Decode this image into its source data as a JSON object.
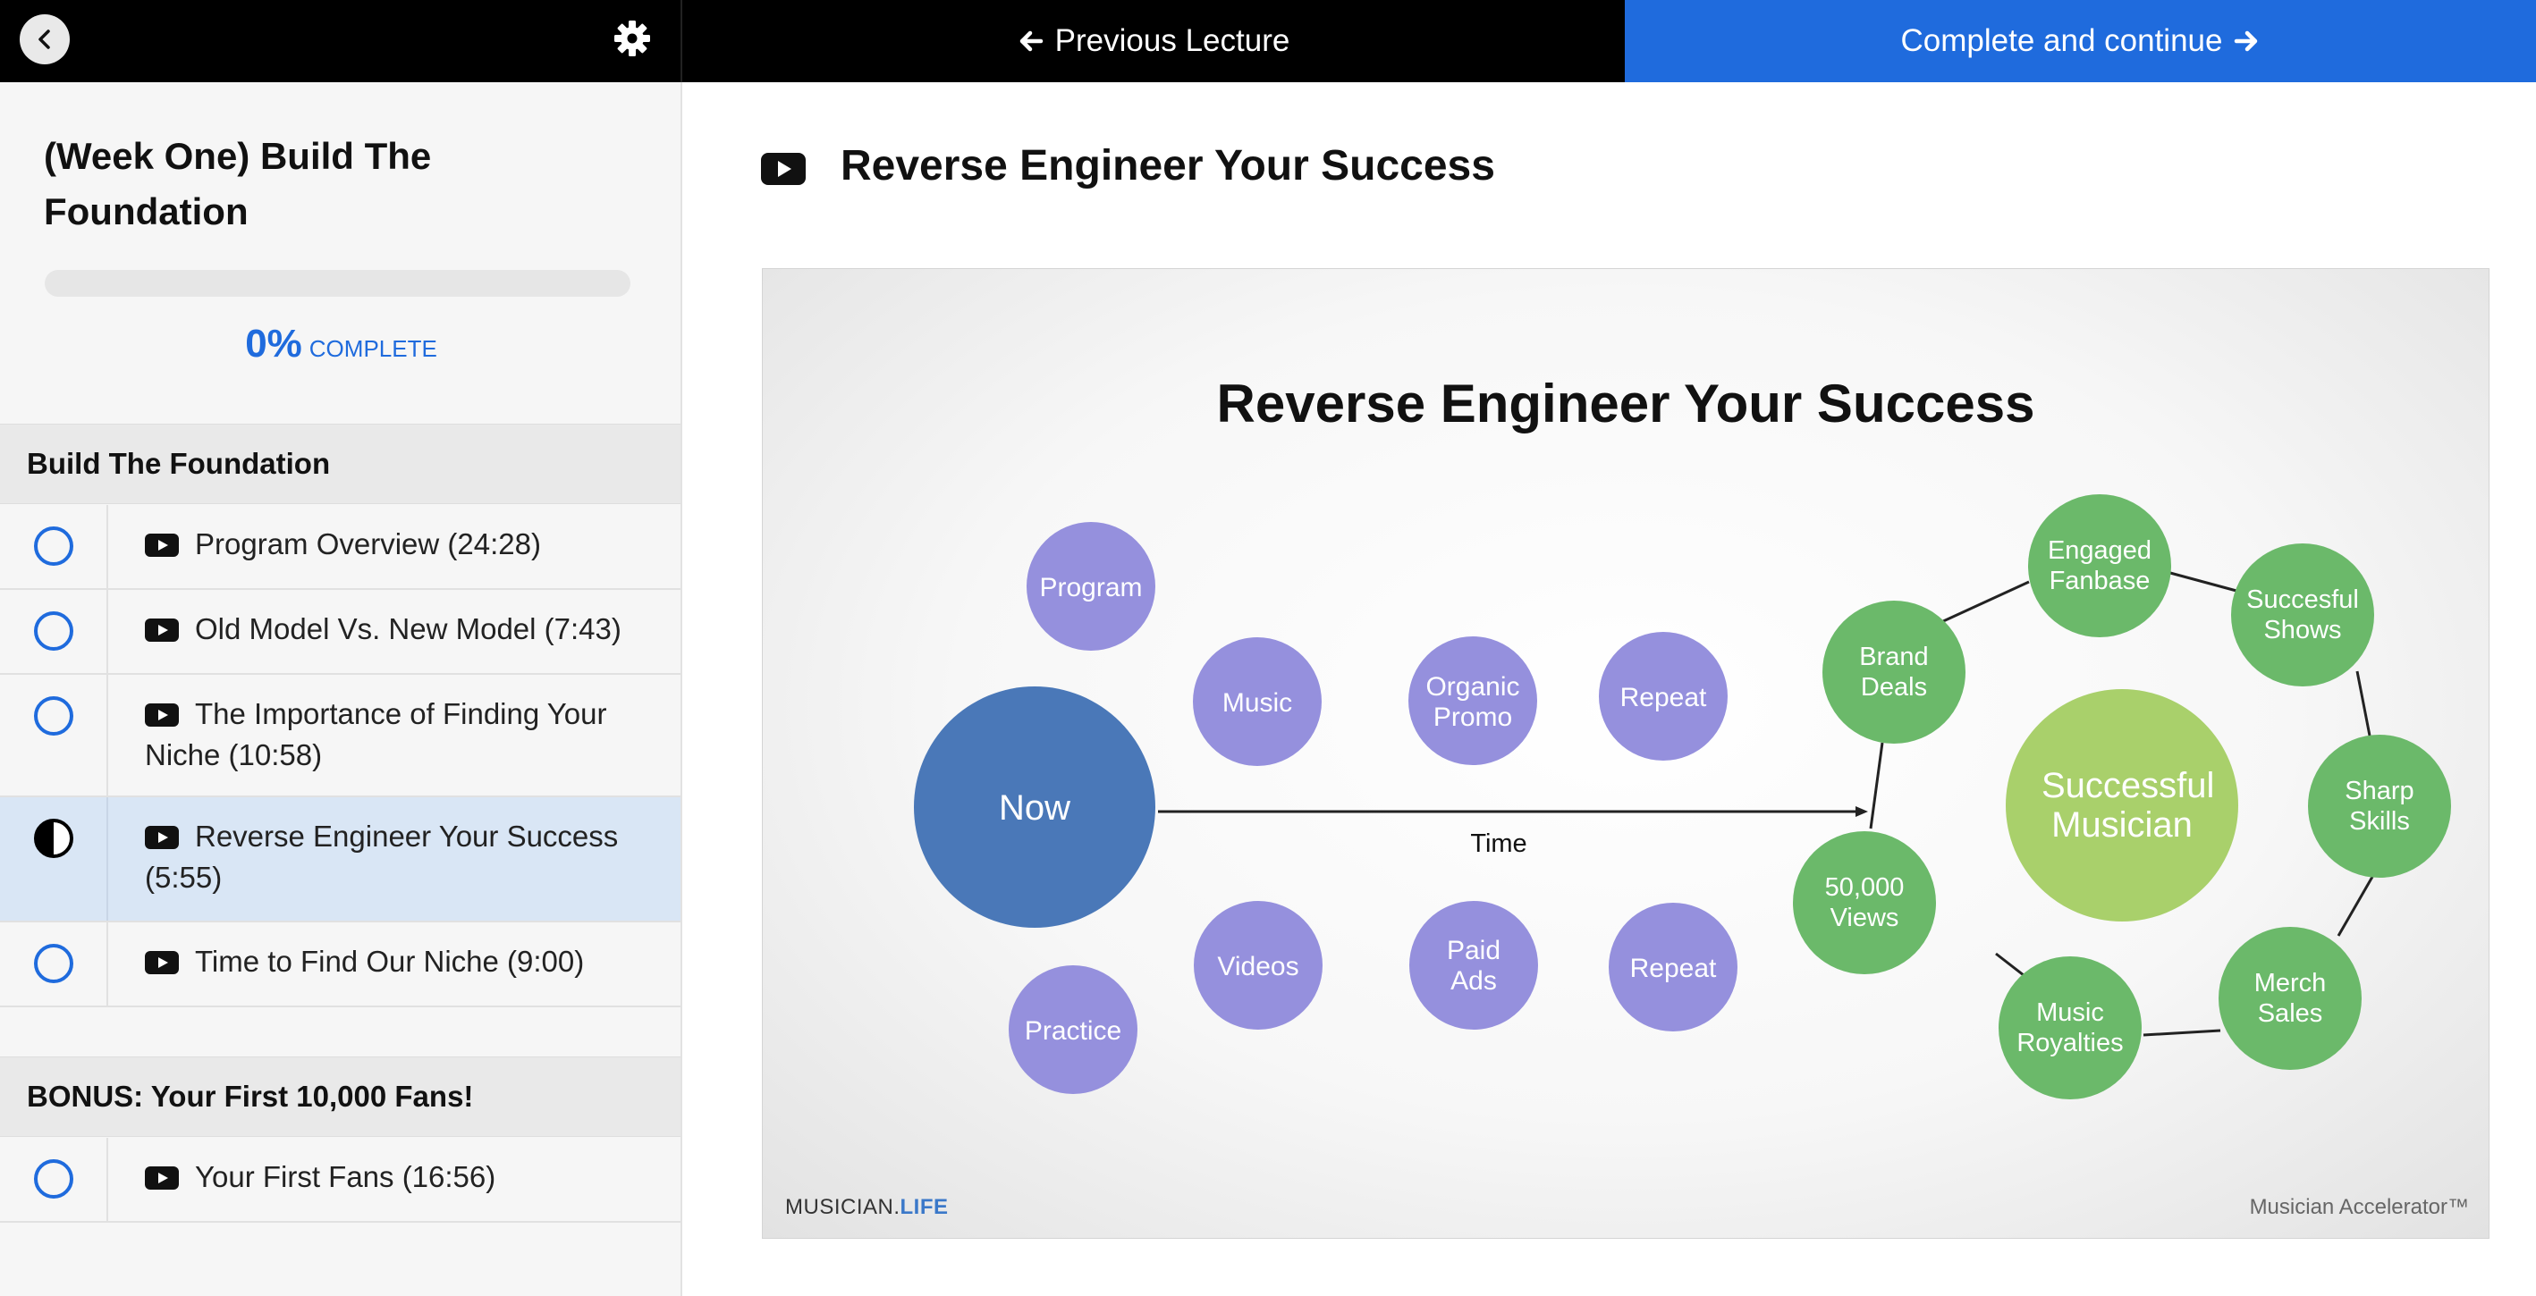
{
  "topbar": {
    "back_icon": "chevron-left-icon",
    "settings_icon": "gear-icon",
    "prev_label": "Previous Lecture",
    "next_label": "Complete and continue"
  },
  "sidebar": {
    "course_title": "(Week One) Build The Foundation",
    "progress": {
      "percent": 0,
      "percent_text": "0%",
      "label": "COMPLETE"
    },
    "sections": [
      {
        "title": "Build The Foundation",
        "lectures": [
          {
            "title": "Program Overview (24:28)",
            "status": "incomplete"
          },
          {
            "title": "Old Model Vs. New Model (7:43)",
            "status": "incomplete"
          },
          {
            "title": "The Importance of Finding Your Niche (10:58)",
            "status": "incomplete"
          },
          {
            "title": "Reverse Engineer Your Success (5:55)",
            "status": "in-progress",
            "active": true
          },
          {
            "title": "Time to Find Our Niche (9:00)",
            "status": "incomplete"
          }
        ]
      },
      {
        "title": "BONUS: Your First 10,000 Fans!",
        "lectures": [
          {
            "title": "Your First Fans (16:56)",
            "status": "incomplete"
          }
        ]
      }
    ]
  },
  "main": {
    "lecture_title": "Reverse Engineer Your Success",
    "slide": {
      "title": "Reverse Engineer Your Success",
      "now_label": "Now",
      "time_label": "Time",
      "activities": [
        "Program",
        "Music",
        "Organic Promo",
        "Repeat",
        "Practice",
        "Videos",
        "Paid Ads",
        "Repeat"
      ],
      "center_label": "Successful Musician",
      "outcomes": [
        "Engaged Fanbase",
        "Succesful Shows",
        "Sharp Skills",
        "Merch Sales",
        "Music Royalties",
        "50,000 Views",
        "Brand Deals"
      ],
      "logo_left_a": "MUSICIAN.",
      "logo_left_b": "LIFE",
      "logo_right": "Musician Accelerator™",
      "colors": {
        "now": "#4a78b8",
        "activity": "#9590dd",
        "outcome": "#6bb96a",
        "center": "#a9d06b"
      }
    }
  }
}
